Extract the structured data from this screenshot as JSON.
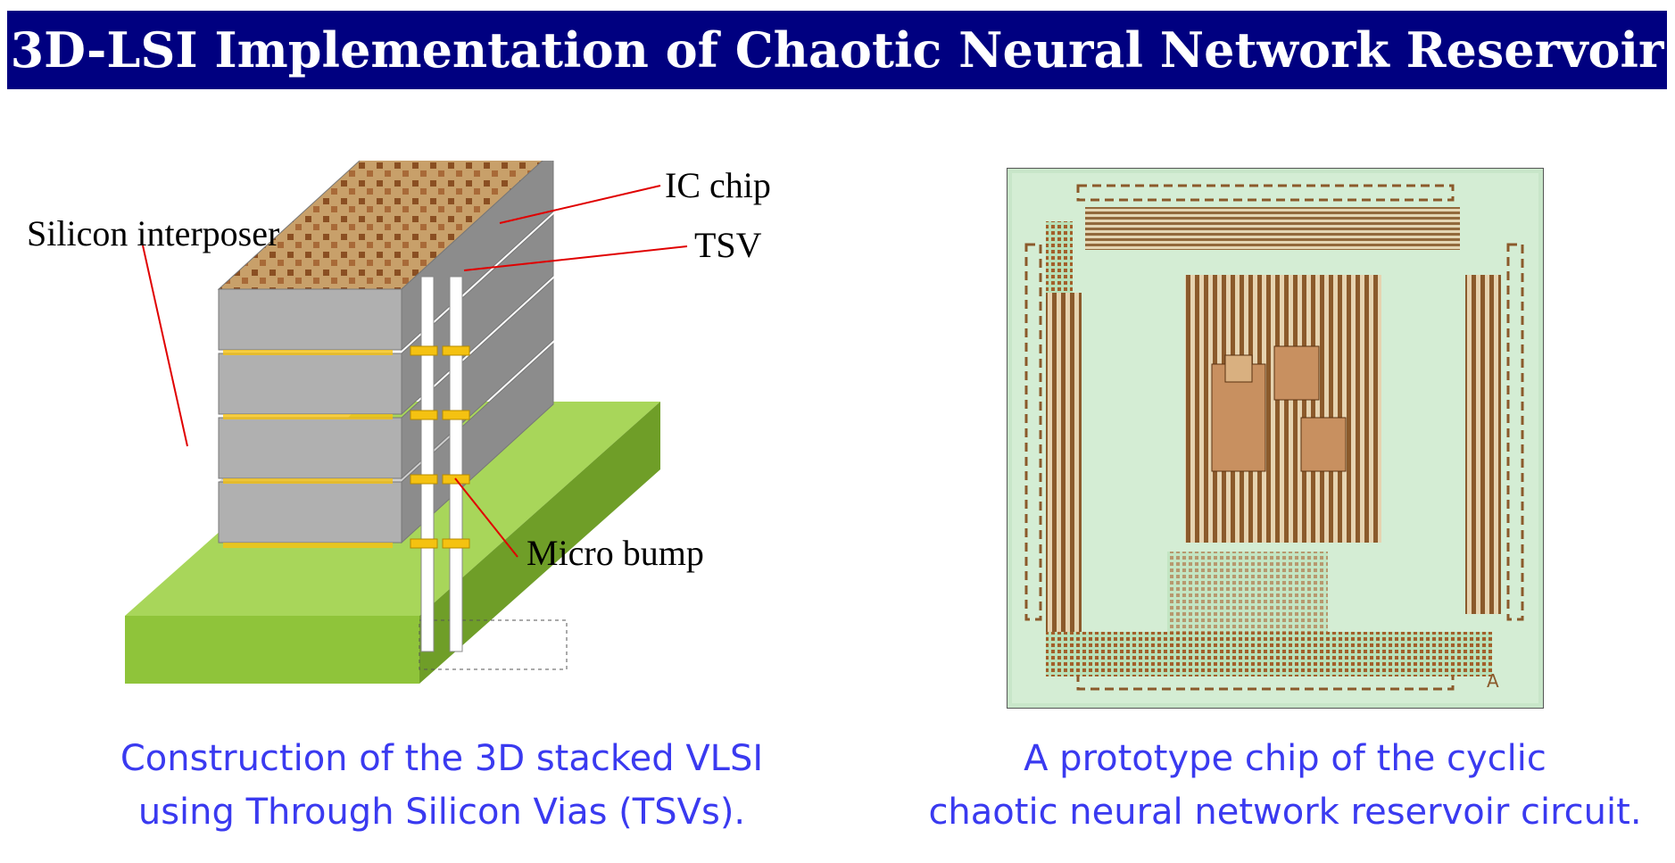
{
  "title": "3D-LSI Implementation of Chaotic Neural Network Reservoir",
  "diagram": {
    "labels": {
      "ic_chip": "IC chip",
      "silicon_interposer": "Silicon interposer",
      "tsv": "TSV",
      "micro_bump": "Micro bump"
    },
    "caption_line1": "Construction of the 3D  stacked VLSI",
    "caption_line2": "using Through Silicon Vias (TSVs)."
  },
  "chip_photo": {
    "corner_mark": "A",
    "caption_line1": "A prototype chip of the cyclic",
    "caption_line2": "chaotic neural network reservoir circuit."
  },
  "colors": {
    "title_bg": "#000080",
    "caption": "#3a3af0",
    "interposer": "#9bcf3a",
    "die": "#a9a9a9",
    "bump": "#f5c211",
    "leader": "#e00000"
  }
}
